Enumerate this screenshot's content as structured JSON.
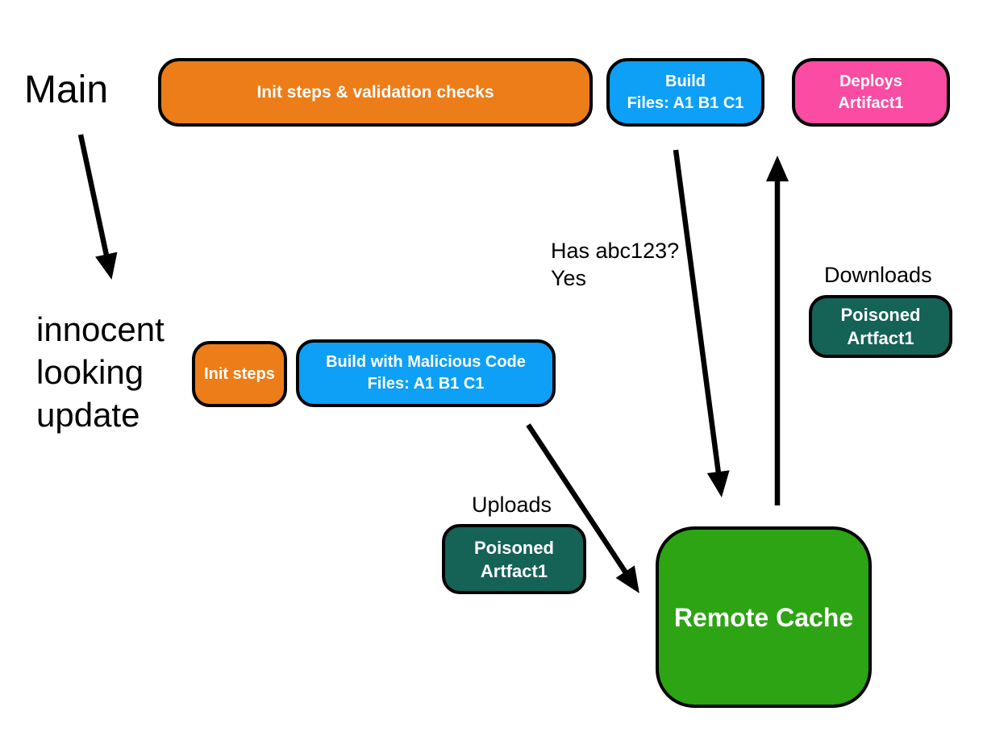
{
  "diagram": {
    "title_context": "CI cache poisoning flow",
    "colors": {
      "orange": "#ED7D18",
      "blue": "#0DA0F6",
      "pink": "#FA4CA3",
      "teal": "#156257",
      "green": "#2CA414",
      "arrow": "#000000",
      "node_border": "#000000",
      "background": "#ffffff",
      "node_text": "#ffffff",
      "label_text": "#000000"
    },
    "main_branch": {
      "label": "Main",
      "init_validation": {
        "label": "Init steps & validation checks"
      },
      "build": {
        "line1": "Build",
        "line2": "Files: A1 B1 C1"
      },
      "deploys": {
        "line1": "Deploys",
        "line2": "Artifact1"
      }
    },
    "update_branch": {
      "label_line1": "innocent",
      "label_line2": "looking",
      "label_line3": "update",
      "init_steps": {
        "label": "Init steps"
      },
      "build_malicious": {
        "line1": "Build with Malicious Code",
        "line2": "Files: A1 B1 C1"
      }
    },
    "annotations": {
      "cache_query_line1": "Has abc123?",
      "cache_query_line2": "Yes",
      "uploads": "Uploads",
      "downloads": "Downloads"
    },
    "poisoned_upload": {
      "line1": "Poisoned",
      "line2": "Artfact1"
    },
    "poisoned_download": {
      "line1": "Poisoned",
      "line2": "Artfact1"
    },
    "remote_cache": {
      "label": "Remote Cache"
    },
    "edges": [
      {
        "from": "main-label",
        "to": "innocent-update-label"
      },
      {
        "from": "build-main",
        "to": "remote-cache",
        "note": "Has abc123? Yes"
      },
      {
        "from": "remote-cache",
        "to": "deploys-artifact1",
        "note": "Downloads Poisoned Artfact1"
      },
      {
        "from": "build-malicious",
        "to": "remote-cache",
        "note": "Uploads Poisoned Artfact1"
      }
    ]
  }
}
